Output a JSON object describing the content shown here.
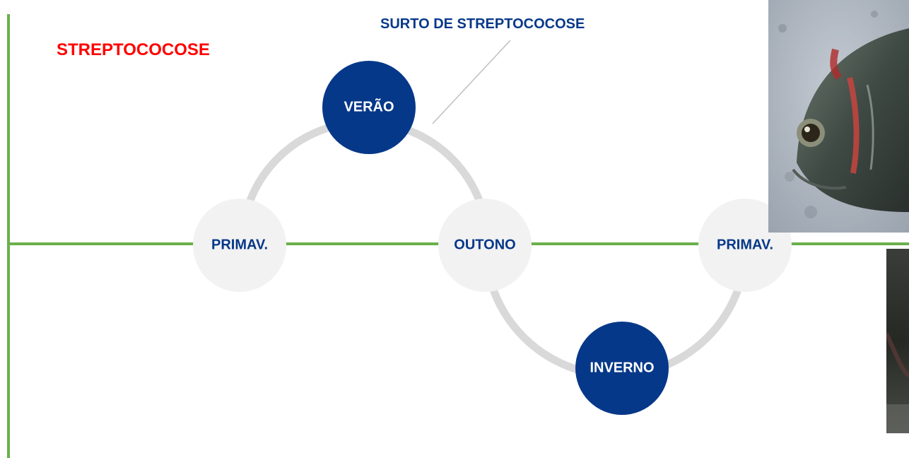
{
  "title": "STREPTOCOCOSE",
  "callout": "SURTO DE STREPTOCOCOSE",
  "seasons": [
    {
      "id": "primavera-1",
      "label": "PRIMAV.",
      "highlight": false
    },
    {
      "id": "verao",
      "label": "VERÃO",
      "highlight": true
    },
    {
      "id": "outono",
      "label": "OUTONO",
      "highlight": false
    },
    {
      "id": "inverno",
      "label": "INVERNO",
      "highlight": true
    },
    {
      "id": "primavera-2",
      "label": "PRIMAV.",
      "highlight": false
    }
  ],
  "colors": {
    "title": "#ff0000",
    "navy": "#063889",
    "node_light": "#f2f2f2",
    "arc": "#d9d9d9",
    "axis": "#6ab04c",
    "callout_line": "#bfbfbf"
  }
}
